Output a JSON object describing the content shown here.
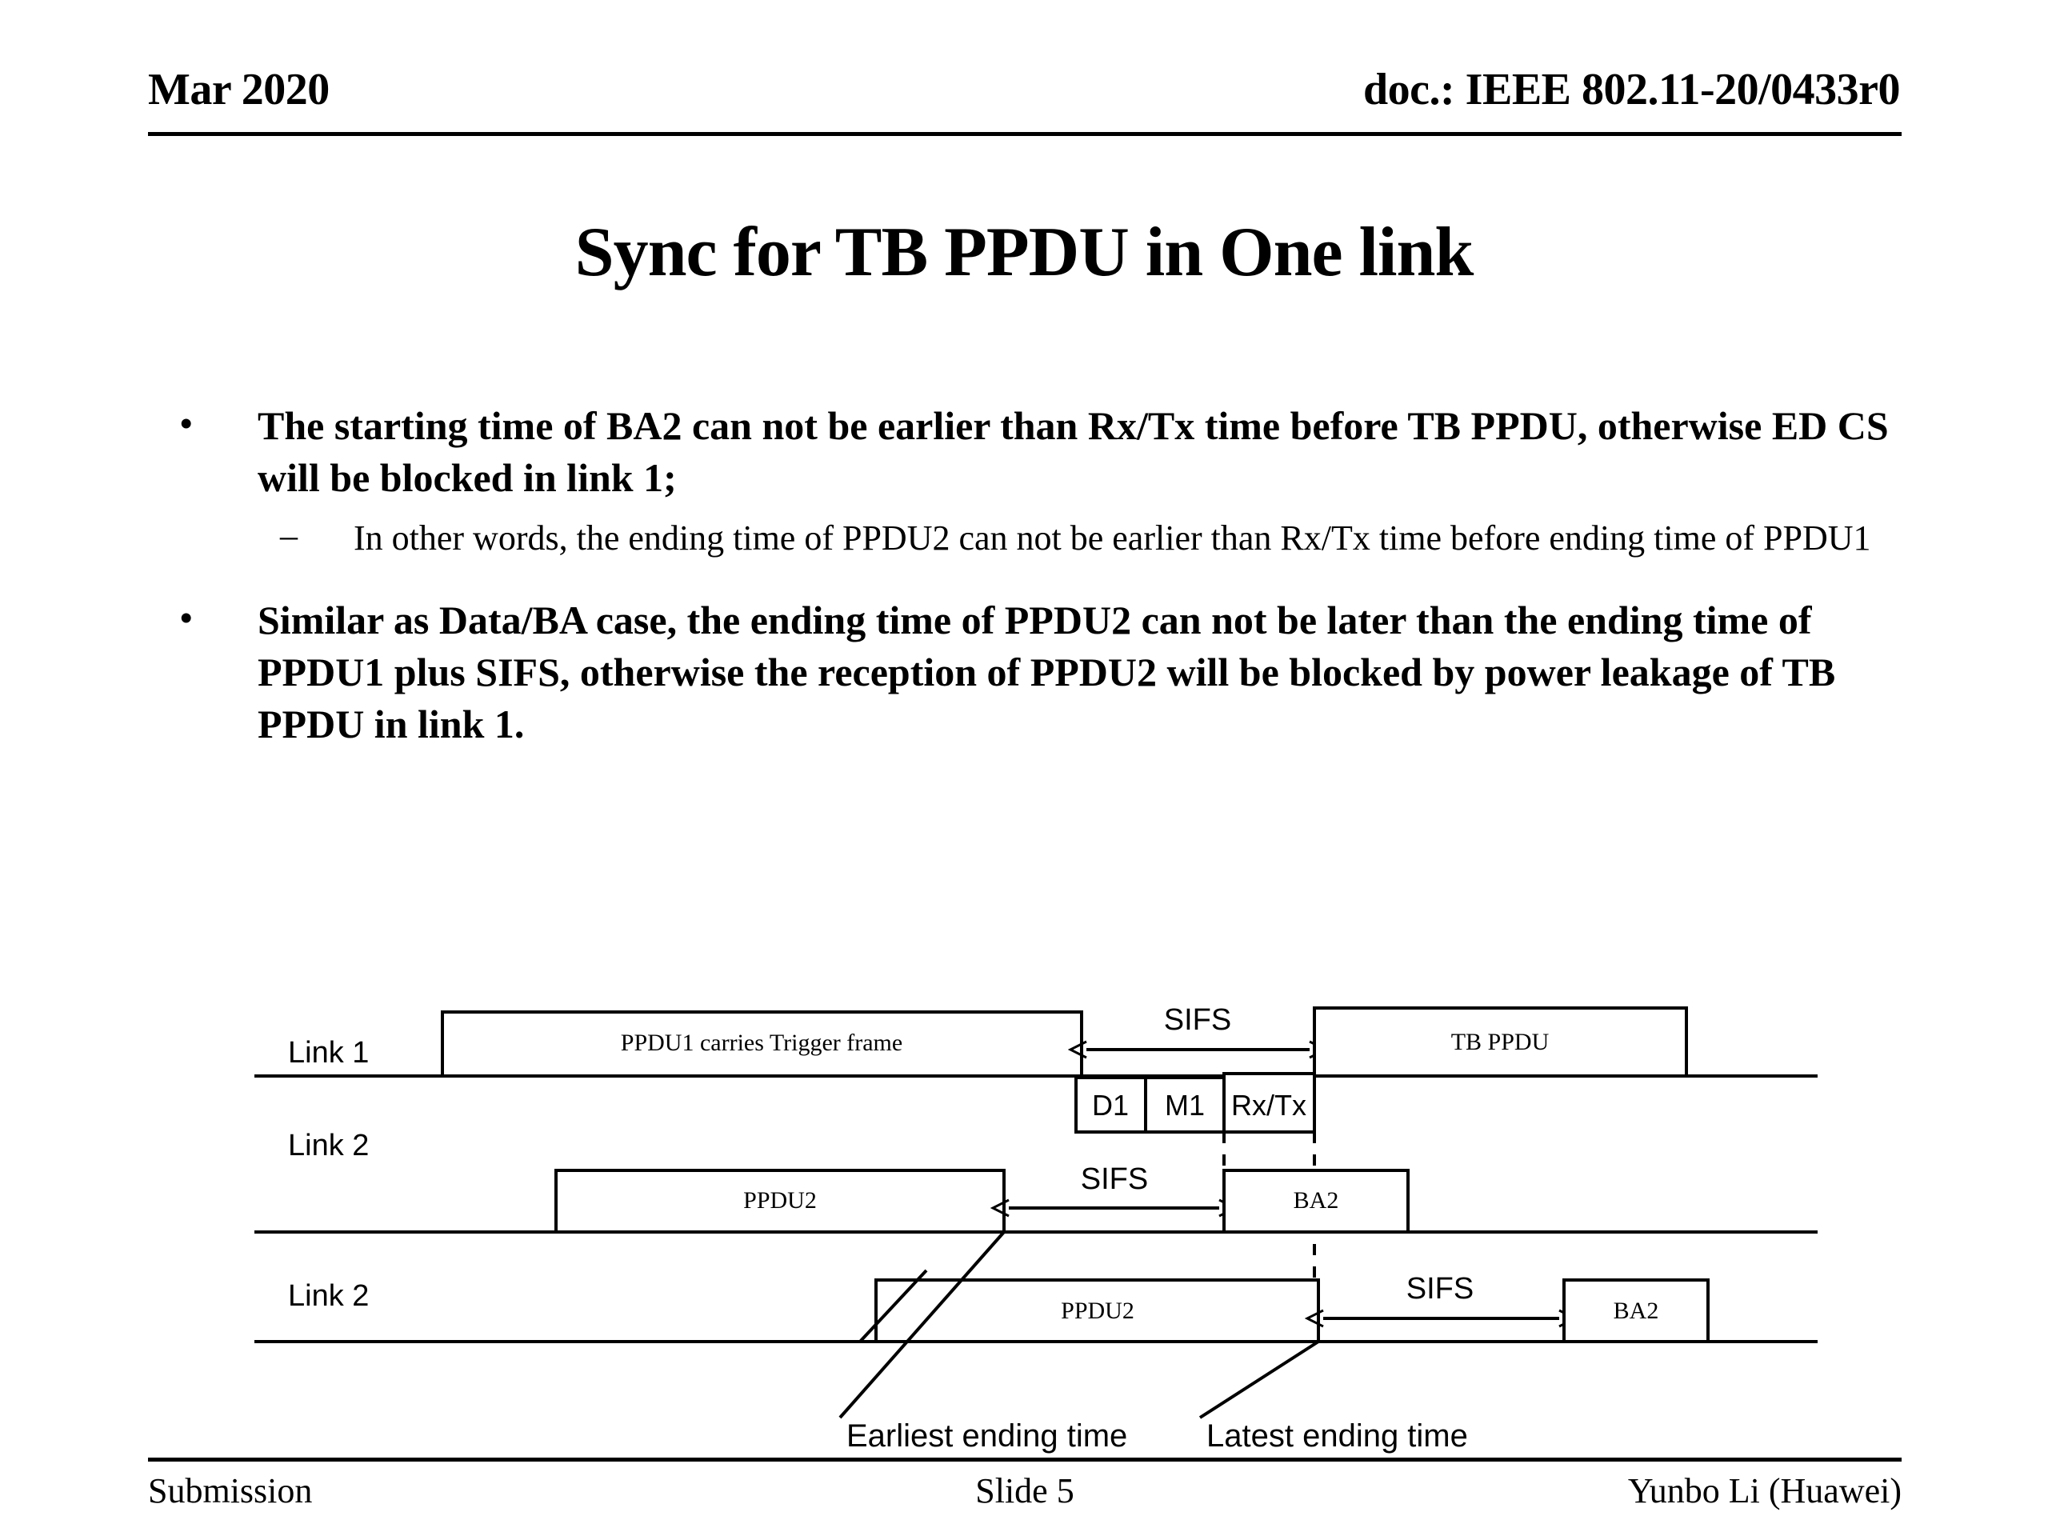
{
  "header": {
    "date": "Mar 2020",
    "doc_id": "doc.: IEEE 802.11-20/0433r0"
  },
  "title": "Sync for TB PPDU in One link",
  "bullets": [
    {
      "level": 1,
      "marker": "•",
      "text": "The starting time of BA2 can not be earlier than Rx/Tx time before TB PPDU, otherwise ED CS will be blocked in link 1;"
    },
    {
      "level": 2,
      "marker": "–",
      "text": "In other words, the ending time of PPDU2 can not be earlier than Rx/Tx time before ending time of PPDU1"
    },
    {
      "level": 1,
      "marker": "•",
      "text": "Similar as Data/BA case, the ending time of PPDU2 can not be later than the ending time of PPDU1 plus SIFS, otherwise the reception of PPDU2 will be blocked by power leakage of TB PPDU in link 1."
    }
  ],
  "diagram": {
    "rows": [
      {
        "label": "Link 1"
      },
      {
        "label": "Link 2"
      },
      {
        "label": "Link 2"
      }
    ],
    "boxes": {
      "ppdu1": "PPDU1 carries Trigger frame",
      "tb_ppdu": "TB PPDU",
      "d1": "D1",
      "m1": "M1",
      "rxtx": "Rx/Tx",
      "ppdu2_row2": "PPDU2",
      "ba2_row2": "BA2",
      "ppdu2_row3": "PPDU2",
      "ba2_row3": "BA2"
    },
    "intervals": {
      "sifs_row1": "SIFS",
      "sifs_row2": "SIFS",
      "sifs_row3": "SIFS"
    },
    "annotations": {
      "earliest": "Earliest ending time",
      "latest": "Latest ending time"
    }
  },
  "footer": {
    "left": "Submission",
    "center": "Slide 5",
    "right": "Yunbo Li (Huawei)"
  }
}
